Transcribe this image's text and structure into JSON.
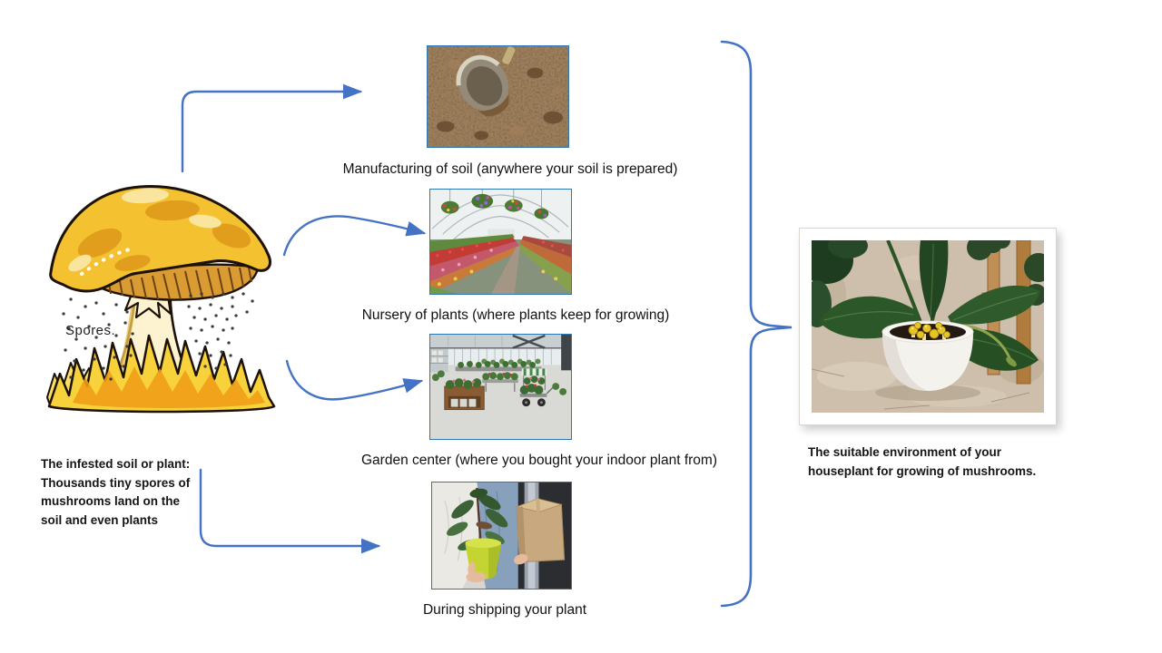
{
  "colors": {
    "connector_blue": "#4472C4",
    "photo_border_blue": "#2E75B6",
    "mushroom_yellow": "#f4c231",
    "grass_orange": "#ef9d18"
  },
  "mushroom": {
    "spores_label": "Spores.",
    "note": "The infested soil or plant: Thousands tiny spores of mushrooms land on the soil and even plants"
  },
  "stages": [
    {
      "id": "soil-manufacturing",
      "photo": "soil-with-metal-scoop",
      "caption": "Manufacturing of soil (anywhere your soil is prepared)"
    },
    {
      "id": "plant-nursery",
      "photo": "greenhouse-flower-nursery",
      "caption": "Nursery of plants (where plants keep for growing)"
    },
    {
      "id": "garden-center",
      "photo": "garden-center-interior",
      "caption": "Garden center (where you bought your indoor plant from)"
    },
    {
      "id": "plant-shipping",
      "photo": "people-carrying-potted-plant-and-box",
      "caption": "During shipping your plant"
    }
  ],
  "result": {
    "photo": "houseplant-with-yellow-mushrooms",
    "note": "The suitable environment of your houseplant for growing of mushrooms."
  }
}
